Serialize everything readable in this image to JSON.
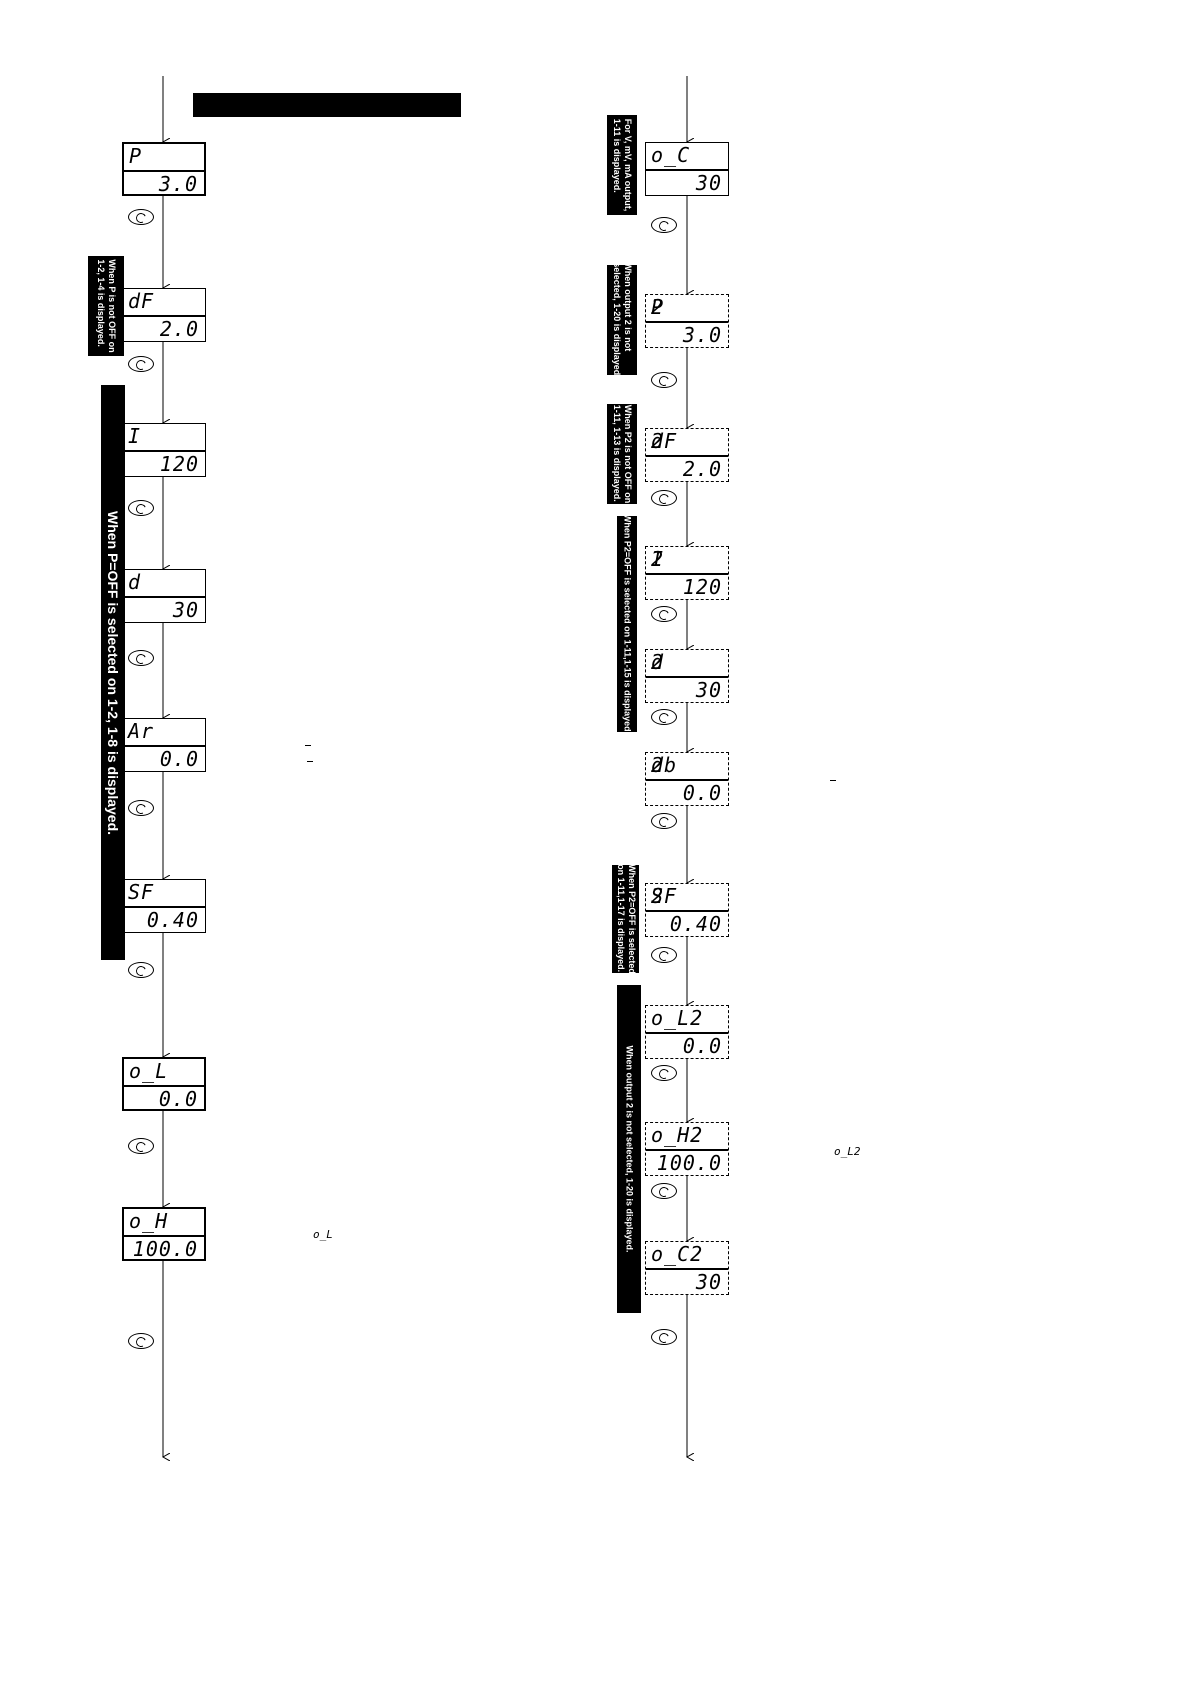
{
  "left_column": {
    "displays": [
      {
        "top": "P",
        "bottom": "3.0",
        "border": "solid"
      },
      {
        "top": "dF",
        "bottom": "2.0",
        "border": "solid"
      },
      {
        "top": "I",
        "bottom": "120",
        "border": "solid"
      },
      {
        "top": "d",
        "bottom": "30",
        "border": "solid"
      },
      {
        "top": "Ar",
        "bottom": "0.0",
        "border": "solid"
      },
      {
        "top": "SF",
        "bottom": "0.40",
        "border": "solid"
      },
      {
        "top": "o_L",
        "bottom": "0.0",
        "border": "solid"
      },
      {
        "top": "o_H",
        "bottom": "100.0",
        "border": "solid"
      }
    ],
    "notes": {
      "p_not_off": "When P is not OFF on\n1-2, 1-4 is displayed.",
      "p_off": "When P=OFF is selected on 1-2, 1-8 is displayed."
    },
    "inline_label": "o_L"
  },
  "right_column": {
    "displays": [
      {
        "top_left": "o_C",
        "top_right": "",
        "bottom": "30",
        "border": "solid"
      },
      {
        "top_left": "P",
        "top_right": "2",
        "bottom": "3.0",
        "border": "dashed"
      },
      {
        "top_left": "dF",
        "top_right": "2",
        "bottom": "2.0",
        "border": "dashed"
      },
      {
        "top_left": "I",
        "top_right": "2",
        "bottom": "120",
        "border": "dashed"
      },
      {
        "top_left": "d",
        "top_right": "2",
        "bottom": "30",
        "border": "dashed"
      },
      {
        "top_left": "db",
        "top_right": "2",
        "bottom": "0.0",
        "border": "dashed"
      },
      {
        "top_left": "SF",
        "top_right": "2",
        "bottom": "0.40",
        "border": "dashed"
      },
      {
        "top_left": "o_L2",
        "top_right": "",
        "bottom": "0.0",
        "border": "dashed"
      },
      {
        "top_left": "o_H2",
        "top_right": "",
        "bottom": "100.0",
        "border": "dashed"
      },
      {
        "top_left": "o_C2",
        "top_right": "",
        "bottom": "30",
        "border": "dashed"
      }
    ],
    "notes": {
      "v_ma_output": "For V, mV, mA output,\n1-11 is displayed.",
      "output2_not_selected_a": "When output 2 is not\nselected, 1-20 is displayed.",
      "p2_not_off": "When P2 is not OFF on\n1-11, 1-13 is displayed.",
      "p2_off_a": "When P2=OFF is selected on 1-11,1-15 is displayed.",
      "p2_off_b": "When P2=OFF is selected\non 1-11,1-17 is displayed.",
      "output2_not_selected_b": "When output 2 is not selected, 1-20 is displayed."
    },
    "inline_label": "o_L2"
  },
  "colors": {
    "ink": "#000000",
    "paper": "#ffffff"
  }
}
